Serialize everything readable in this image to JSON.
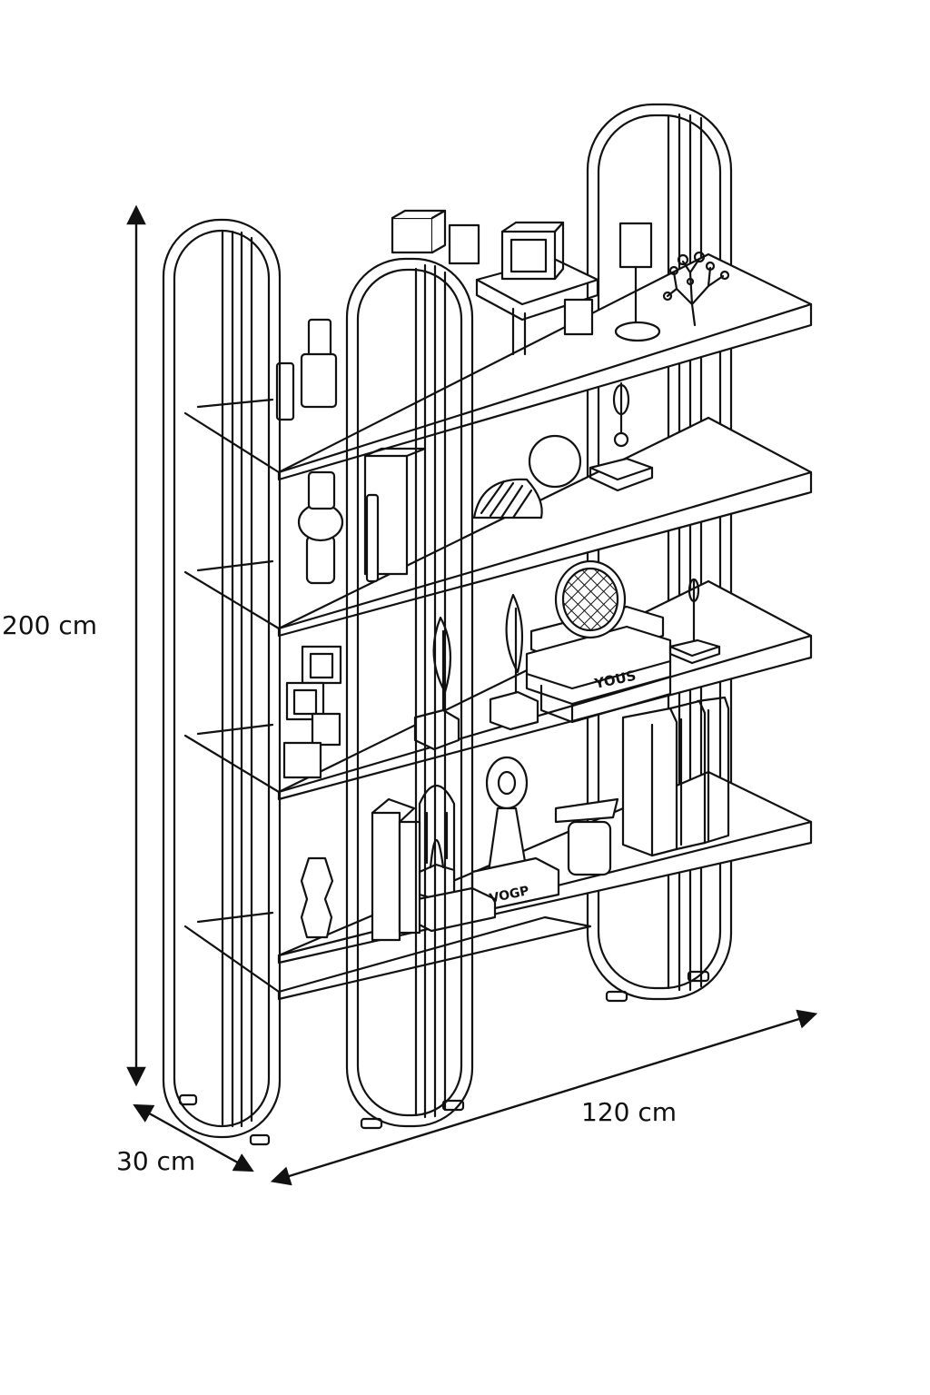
{
  "dimensions": {
    "height": "200 cm",
    "width": "120 cm",
    "depth": "30 cm"
  },
  "book_labels": {
    "yous": "YOUS",
    "vogp": "VOGP"
  },
  "colors": {
    "line": "#111111",
    "background": "#ffffff"
  }
}
